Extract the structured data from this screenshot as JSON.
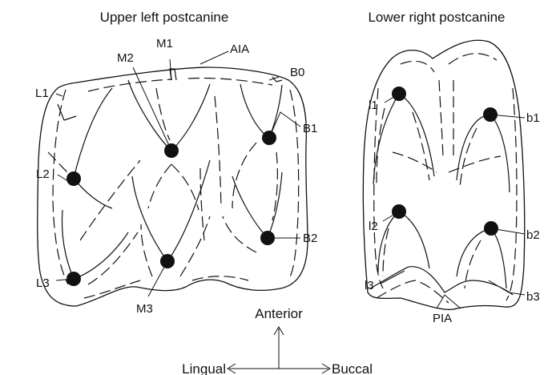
{
  "titles": {
    "upper": "Upper left postcanine",
    "lower": "Lower right postcanine"
  },
  "upper_labels": {
    "m1": "M1",
    "m2": "M2",
    "aia": "AIA",
    "b0": "B0",
    "l1": "L1",
    "b1": "B1",
    "l2": "L2",
    "b2": "B2",
    "l3": "L3",
    "m3": "M3"
  },
  "lower_labels": {
    "l1": "l1",
    "b1": "b1",
    "l2": "l2",
    "b2": "b2",
    "l3": "l3",
    "b3": "b3",
    "pia": "PIA"
  },
  "orientation": {
    "anterior": "Anterior",
    "lingual": "Lingual",
    "buccal": "Buccal"
  }
}
